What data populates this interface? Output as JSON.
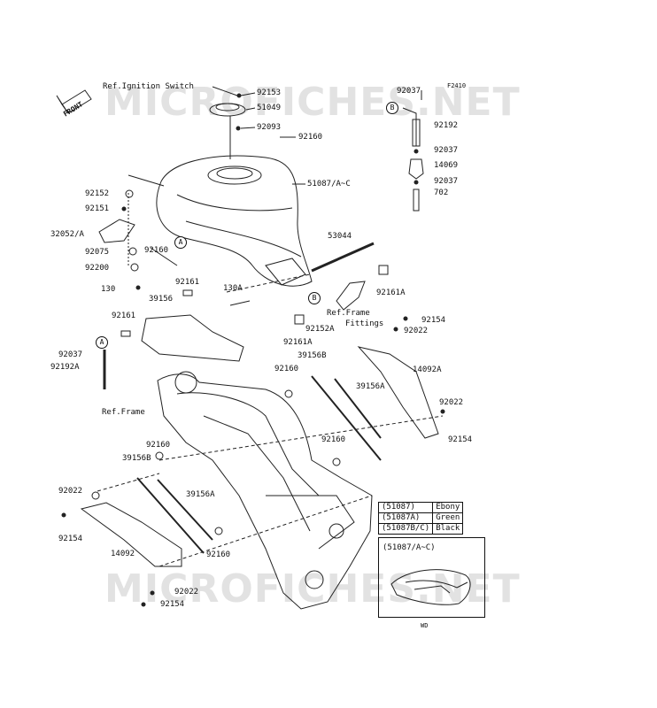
{
  "figure_code": "F2410",
  "watermarks": [
    "MICROFICHES.NET",
    "MICROFICHES.NET"
  ],
  "front_label": "FRONT",
  "callouts": {
    "a_top": "A",
    "a_left": "A",
    "b_top": "B",
    "b_mid": "B"
  },
  "labels": {
    "ref_ignition": "Ref.Ignition Switch",
    "p92153": "92153",
    "p51049": "51049",
    "p92093": "92093",
    "p92160_a": "92160",
    "p51087": "51087/A~C",
    "p92152_a": "92152",
    "p92151": "92151",
    "p32052": "32052/A",
    "p92160_b": "92160",
    "p92075": "92075",
    "p92200": "92200",
    "p130": "130",
    "p92161_a": "92161",
    "p130a": "130A",
    "p39156": "39156",
    "p92161_b": "92161",
    "p92037_a": "92037",
    "p92192a": "92192A",
    "p53044": "53044",
    "p92161a_a": "92161A",
    "ref_frame_fittings_1": "Ref.Frame",
    "ref_frame_fittings_2": "Fittings",
    "p92152a": "92152A",
    "p92161a_b": "92161A",
    "p92154_a": "92154",
    "p92022_a": "92022",
    "p39156b_a": "39156B",
    "p14092a": "14092A",
    "p92160_c": "92160",
    "p39156a_a": "39156A",
    "ref_frame": "Ref.Frame",
    "p92022_b": "92022",
    "p92154_b": "92154",
    "p92160_d": "92160",
    "p92160_e": "92160",
    "p39156b_b": "39156B",
    "p39156a_b": "39156A",
    "p92022_c": "92022",
    "p92154_c": "92154",
    "p14092": "14092",
    "p92160_f": "92160",
    "p92022_d": "92022",
    "p92154_d": "92154",
    "p92037_b": "92037",
    "p92192": "92192",
    "p92037_c": "92037",
    "p14069": "14069",
    "p92037_d": "92037",
    "p702": "702"
  },
  "legend": [
    {
      "part": "(51087)",
      "color": "Ebony"
    },
    {
      "part": "(51087A)",
      "color": "Green"
    },
    {
      "part": "(51087B/C)",
      "color": "Black"
    }
  ],
  "inset": {
    "title": "(51087/A~C)",
    "caption": "WD"
  }
}
